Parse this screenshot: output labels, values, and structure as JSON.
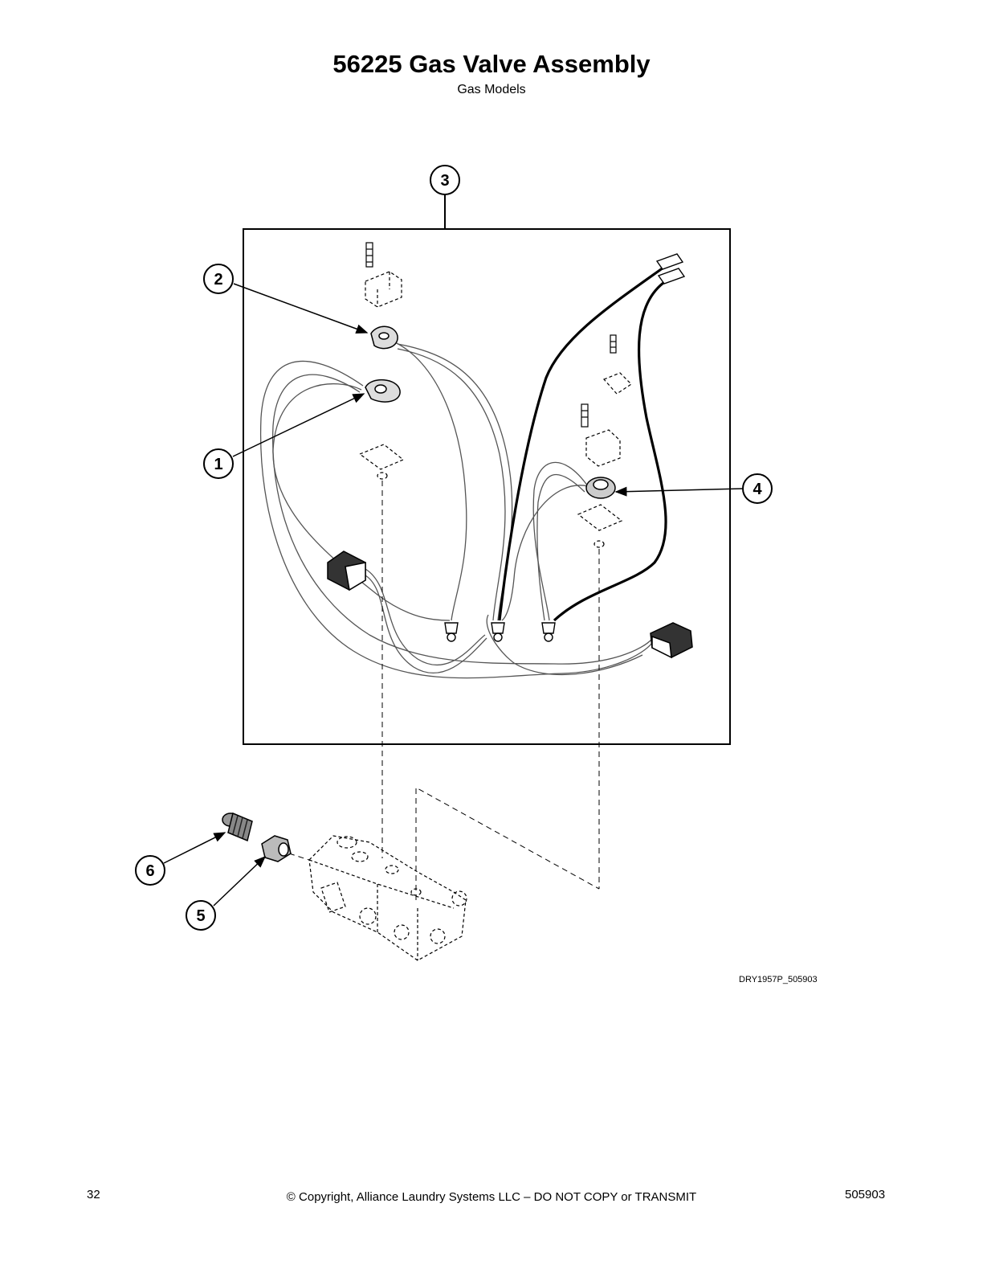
{
  "header": {
    "title": "56225 Gas Valve Assembly",
    "subtitle": "Gas Models"
  },
  "diagram": {
    "drawing_id": "DRY1957P_505903",
    "callouts": [
      {
        "id": "callout-1",
        "label": "1"
      },
      {
        "id": "callout-2",
        "label": "2"
      },
      {
        "id": "callout-3",
        "label": "3"
      },
      {
        "id": "callout-4",
        "label": "4"
      },
      {
        "id": "callout-5",
        "label": "5"
      },
      {
        "id": "callout-6",
        "label": "6"
      }
    ]
  },
  "footer": {
    "page_number": "32",
    "copyright": "© Copyright, Alliance Laundry Systems LLC – DO NOT COPY or TRANSMIT",
    "document_number": "505903"
  }
}
